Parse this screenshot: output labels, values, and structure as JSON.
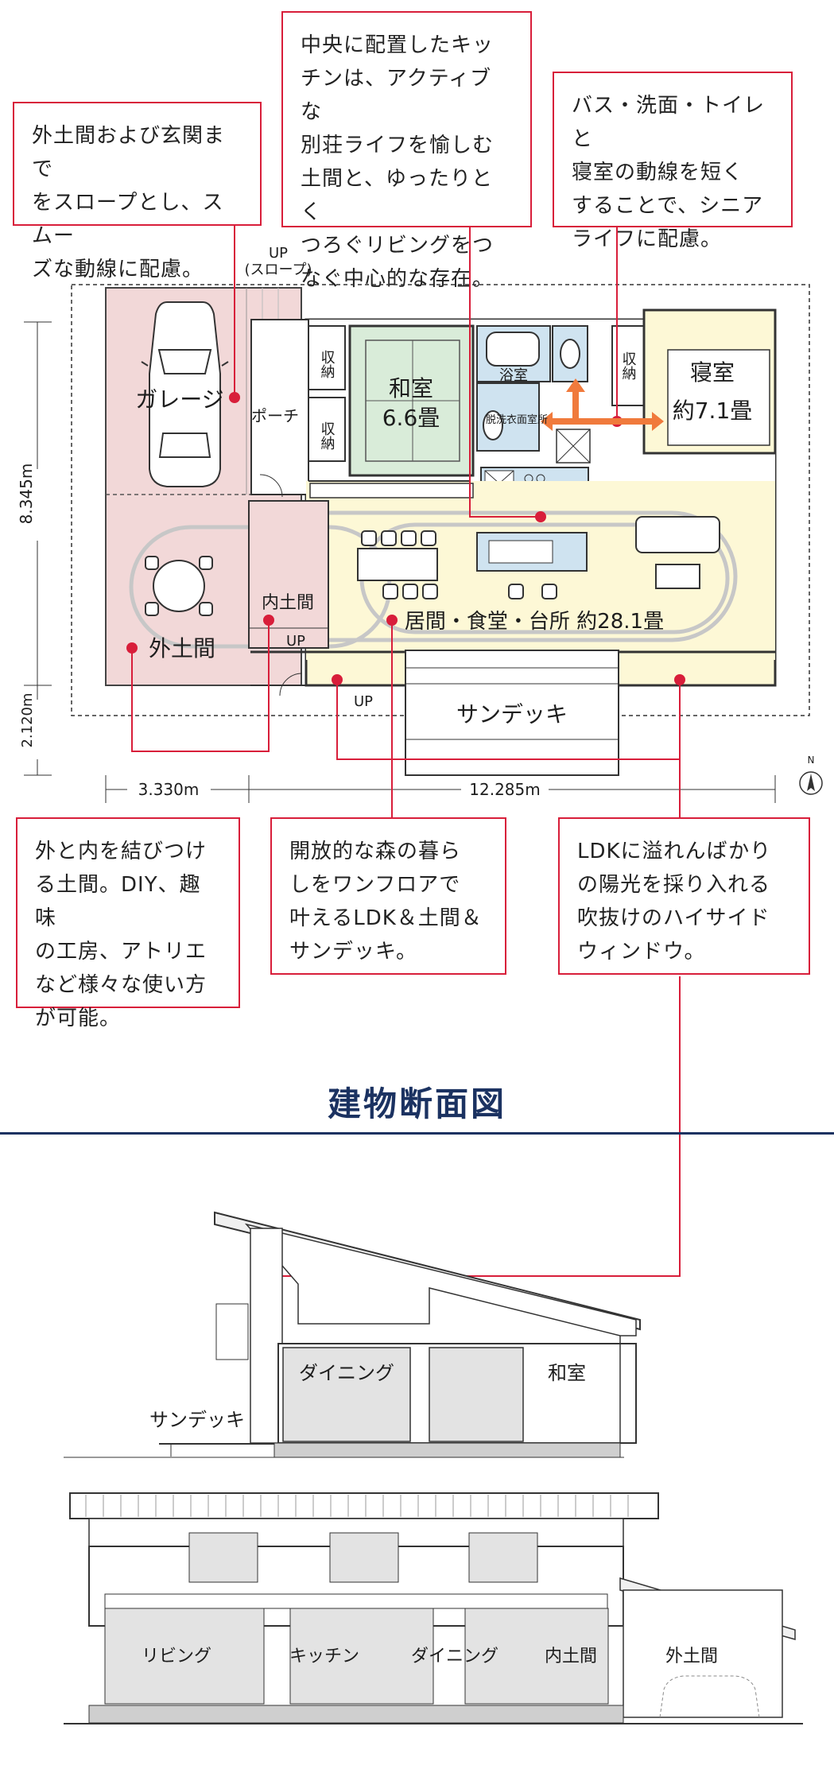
{
  "callouts": {
    "slope": "外土間および玄関まで\nをスロープとし、スムー\nズな動線に配慮。",
    "kitchen": "中央に配置したキッ\nチンは、アクティブな\n別荘ライフを愉しむ\n土間と、ゆったりとく\nつろぐリビングをつ\nなぐ中心的な存在。",
    "senior": "バス・洗面・トイレと\n寝室の動線を短く\nすることで、シニア\nライフに配慮。",
    "doma": "外と内を結びつけ\nる土間。DIY、趣味\nの工房、アトリエ\nなど様々な使い方\nが可能。",
    "ldk": "開放的な森の暮ら\nしをワンフロアで\n叶えるLDK＆土間＆\nサンデッキ。",
    "window": "LDKに溢れんばかり\nの陽光を採り入れる\n吹抜けのハイサイド\nウィンドウ。"
  },
  "plan": {
    "up_slope": "UP",
    "slope_paren": "(スロープ)",
    "garage": "ガレージ",
    "porch": "ポーチ",
    "storage": "収納",
    "washitsu": "和室",
    "washitsu_size": "6.6畳",
    "bath": "浴室",
    "dressing": "脱洗衣面室所",
    "bedroom": "寝室",
    "bedroom_size": "約7.1畳",
    "uchidoma": "内土間",
    "sotodoma": "外土間",
    "up": "UP",
    "ldk": "居間・食堂・台所 約28.1畳",
    "sundeck": "サンデッキ",
    "dim_height_main": "8.345m",
    "dim_height_deck": "2.120m",
    "dim_width_left": "3.330m",
    "dim_width_right": "12.285m",
    "north": "N"
  },
  "section": {
    "title": "建物断面図",
    "s1_sundeck": "サンデッキ",
    "s1_dining": "ダイニング",
    "s1_washitsu": "和室",
    "s2_living": "リビング",
    "s2_kitchen": "キッチン",
    "s2_dining": "ダイニング",
    "s2_uchidoma": "内土間",
    "s2_sotodoma": "外土間"
  },
  "colors": {
    "accent": "#d81e3a",
    "garage_fill": "#f2d8d8",
    "ldk_fill": "#fdf8d6",
    "washitsu_fill": "#d9ecd9",
    "bath_fill": "#cfe3f0",
    "title_blue": "#1b3261"
  }
}
